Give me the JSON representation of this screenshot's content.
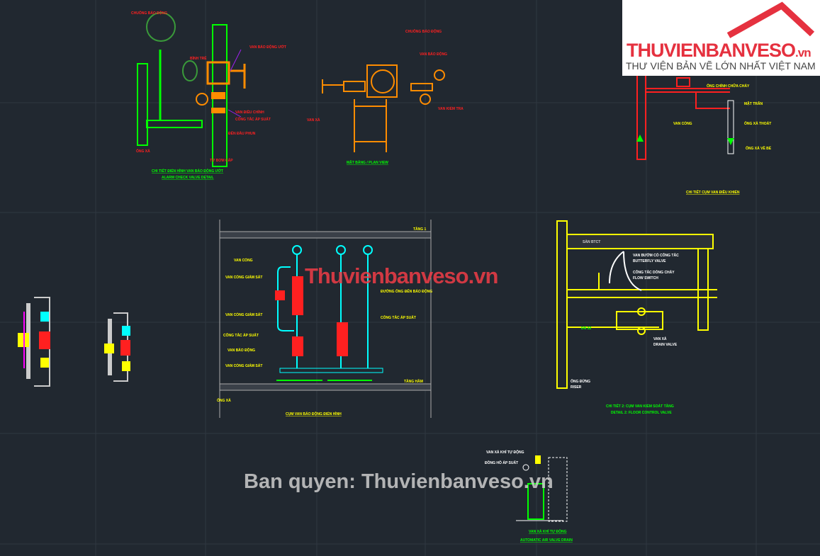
{
  "logo": {
    "brand": "THUVIENBANVESO",
    "tld": ".vn",
    "tagline": "THƯ VIỆN BẢN VẼ LỚN NHẤT VIỆT NAM"
  },
  "watermarks": {
    "center": "Thuvienbanveso.vn",
    "bottom": "Ban quyen: Thuvienbanveso.vn"
  },
  "colors": {
    "background": "#212830",
    "grid": "#2f3741",
    "yellow": "#ffff00",
    "green": "#00ff00",
    "red": "#ff0000",
    "orange": "#ff8c00",
    "cyan": "#00ffff",
    "white": "#ffffff",
    "magenta": "#a020f0"
  },
  "drawings": {
    "alarm_valve": {
      "title1": "CHI TIẾT ĐIỂN HÌNH VAN BÁO ĐỘNG ƯỚT",
      "title2": "ALARM CHECK VALVE DETAIL",
      "labels": [
        "CHUÔNG BÁO ĐỘNG",
        "VAN BÁO ĐỘNG ƯỚT",
        "BÌNH TRỄ",
        "VAN ĐIỀU CHỈNH",
        "CÔNG TẮC ÁP SUẤT",
        "ĐẾN ĐẦU PHUN",
        "ỐNG XẢ",
        "TỪ BƠM CẤP"
      ]
    },
    "plan_view": {
      "title": "MẶT BẰNG / PLAN VIEW",
      "labels": [
        "CHUÔNG BÁO ĐỘNG",
        "VAN BÁO ĐỘNG",
        "VAN XẢ",
        "VAN KIỂM TRA"
      ]
    },
    "alarm_group": {
      "title": "CỤM VAN BÁO ĐỘNG ĐIỂN HÌNH",
      "floor_top": "TẦNG 1",
      "floor_bottom": "TẦNG HẦM",
      "labels": [
        "VAN CỔNG",
        "VAN CỔNG GIÁM SÁT",
        "VAN CỔNG GIÁM SÁT",
        "CÔNG TẮC ÁP SUẤT",
        "VAN BÁO ĐỘNG",
        "VAN CỔNG GIÁM SÁT",
        "ỐNG XẢ",
        "ĐƯỜNG ỐNG ĐẾN BÁO ĐỘNG",
        "CÔNG TẮC ÁP SUẤT"
      ]
    },
    "control_detail": {
      "title": "CHI TIẾT CỤM VAN ĐIỀU KHIỂN",
      "labels": [
        "ỐNG CHÍNH CHỮA CHÁY",
        "VAN CỔNG",
        "MẶT TRĂN",
        "ỐNG XẢ THOÁT",
        "ỐNG XẢ VỀ BỂ"
      ]
    },
    "floor_control": {
      "title1": "CHI TIẾT 2: CỤM VAN KIỂM SOÁT TẦNG",
      "title2": "DETAIL 2: FLOOR CONTROL VALVE",
      "slab": "SÀN BTCT",
      "pipe": "DN 32",
      "labels": [
        "VAN BƯỚM CÓ CÔNG TẮC",
        "BUTTERFLY VALVE",
        "CÔNG TẮC DÒNG CHẢY",
        "FLOW SWITCH",
        "VAN XẢ",
        "DRAIN VALVE",
        "ỐNG ĐỨNG",
        "RISER"
      ]
    },
    "air_vent": {
      "title1": "VAN XẢ KHÍ TỰ ĐỘNG",
      "title2": "AUTOMATIC AIR VALVE DRAIN",
      "labels": [
        "VAN XẢ KHÍ TỰ ĐỘNG",
        "ĐỒNG HỒ ÁP SUẤT"
      ]
    }
  }
}
